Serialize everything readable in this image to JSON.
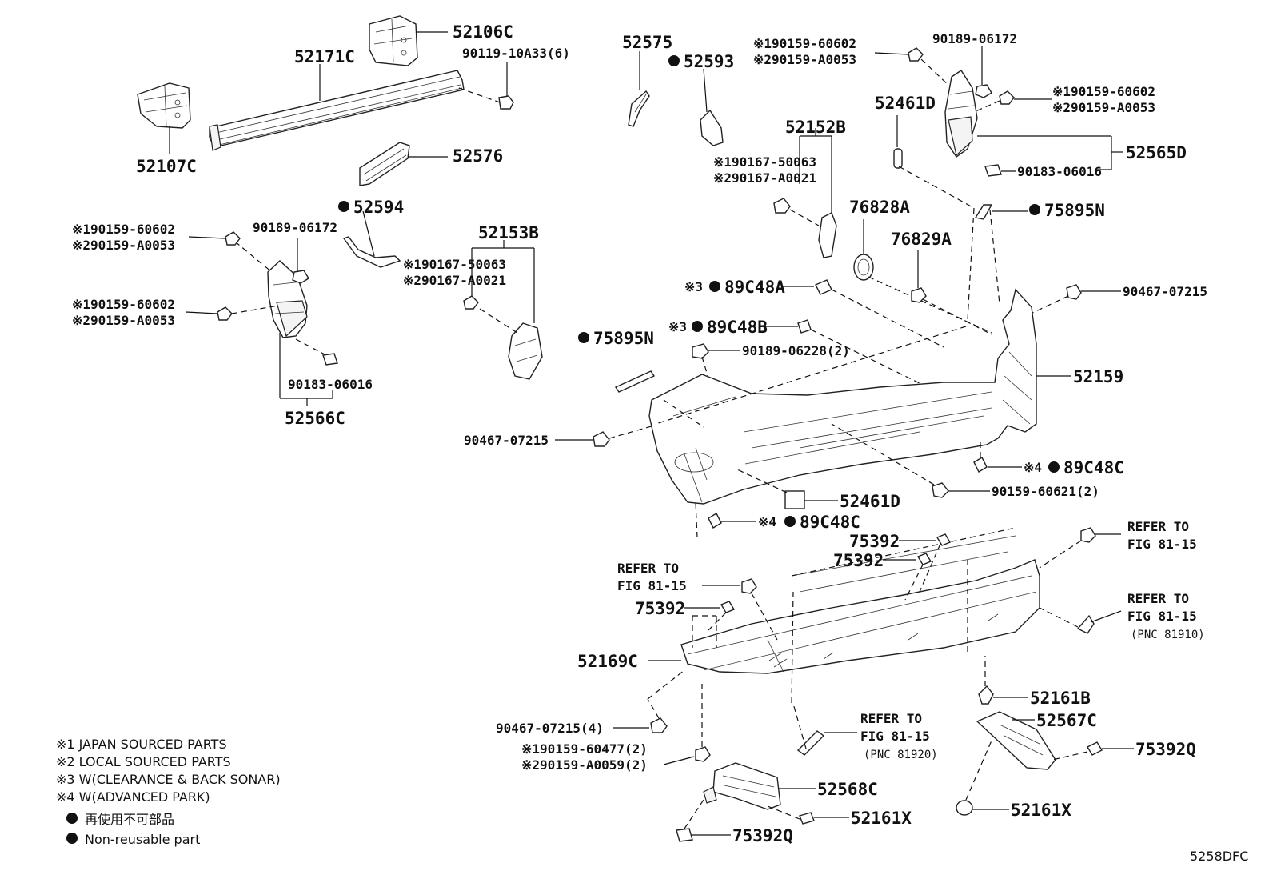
{
  "labels": {
    "p52106C": "52106C",
    "p52171C": "52171C",
    "p90119": "90119-10A33(6)",
    "p52107C": "52107C",
    "p52576": "52576",
    "p52594": "52594",
    "p52575": "52575",
    "p52593": "52593",
    "p52152B": "52152B",
    "p52153B": "52153B",
    "p52461D_top": "52461D",
    "p52565D": "52565D",
    "p52566C": "52566C",
    "p76828A": "76828A",
    "p76829A": "76829A",
    "p75895N_r": "75895N",
    "p75895N_l": "75895N",
    "p90467_r": "90467-07215",
    "p90467_l": "90467-07215",
    "p52159": "52159",
    "p89C48A": "89C48A",
    "p89C48B": "89C48B",
    "p90189_06228": "90189-06228(2)",
    "p89C48C_r": "89C48C",
    "p89C48C_l": "89C48C",
    "p90159_60621": "90159-60621(2)",
    "p52461D_bot": "52461D",
    "p75392_a": "75392",
    "p75392_b": "75392",
    "p75392_c": "75392",
    "p52169C": "52169C",
    "p52161B": "52161B",
    "p52567C": "52567C",
    "p75392Q_r": "75392Q",
    "p52161X_r": "52161X",
    "p52568C": "52568C",
    "p52161X_l": "52161X",
    "p75392Q_l": "75392Q",
    "p90467_4": "90467-07215(4)",
    "p90159_60477": "※190159-60477(2)",
    "p90159_A0059": "※290159-A0059(2)",
    "p90183_L": "90183-06016",
    "p90183_R": "90183-06016",
    "p90189_L": "90189-06172",
    "p90189_R": "90189-06172",
    "lj1_a": "※190159-60602",
    "lj1_b": "※290159-A0053",
    "lj2_a": "※190159-60602",
    "lj2_b": "※290159-A0053",
    "rj1_a": "※190159-60602",
    "rj1_b": "※290159-A0053",
    "rj2_a": "※190159-60602",
    "rj2_b": "※290159-A0053",
    "s152B_a": "※190167-50063",
    "s152B_b": "※290167-A0021",
    "s153B_a": "※190167-50063",
    "s153B_b": "※290167-A0021",
    "mark3a": "※3",
    "mark3b": "※3",
    "mark4a": "※4",
    "mark4b": "※4"
  },
  "refers": {
    "r1_a": "REFER TO",
    "r1_b": "FIG 81-15",
    "r2_a": "REFER TO",
    "r2_b": "FIG 81-15",
    "r3_a": "REFER TO",
    "r3_b": "FIG 81-15",
    "r3_c": "(PNC 81910)",
    "r4_a": "REFER TO",
    "r4_b": "FIG 81-15",
    "r4_c": "(PNC 81920)"
  },
  "notes": [
    "※1 JAPAN SOURCED PARTS",
    "※2 LOCAL SOURCED PARTS",
    "※3 W(CLEARANCE & BACK SONAR)",
    "※4 W(ADVANCED PARK)",
    "再使用不可部品",
    "Non-reusable part"
  ],
  "diagram_code": "5258DFC"
}
